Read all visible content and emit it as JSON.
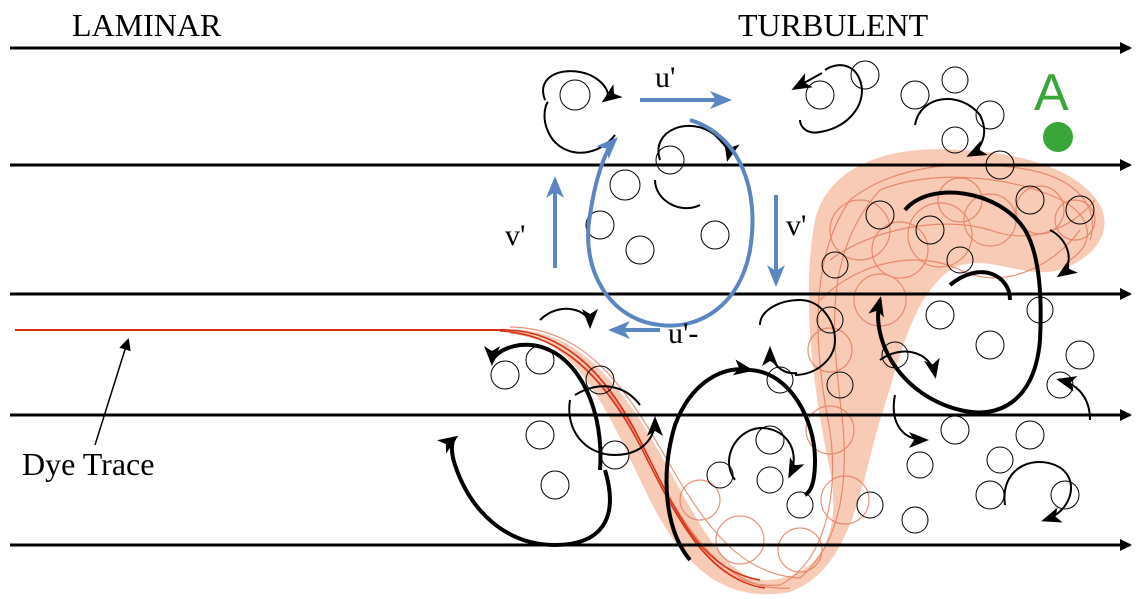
{
  "labels": {
    "laminar": "LAMINAR",
    "turbulent": "TURBULENT",
    "dye_trace": "Dye Trace",
    "point": "A",
    "u_prime_top": "u'",
    "u_prime_bottom": "u'-",
    "v_prime_left": "v'",
    "v_prime_right": "v'"
  },
  "colors": {
    "streamline": "#000000",
    "dye": "#d62f16",
    "dye_fill": "#f6b99e",
    "fluctuation": "#5b86c2",
    "point": "#3aa63a"
  }
}
